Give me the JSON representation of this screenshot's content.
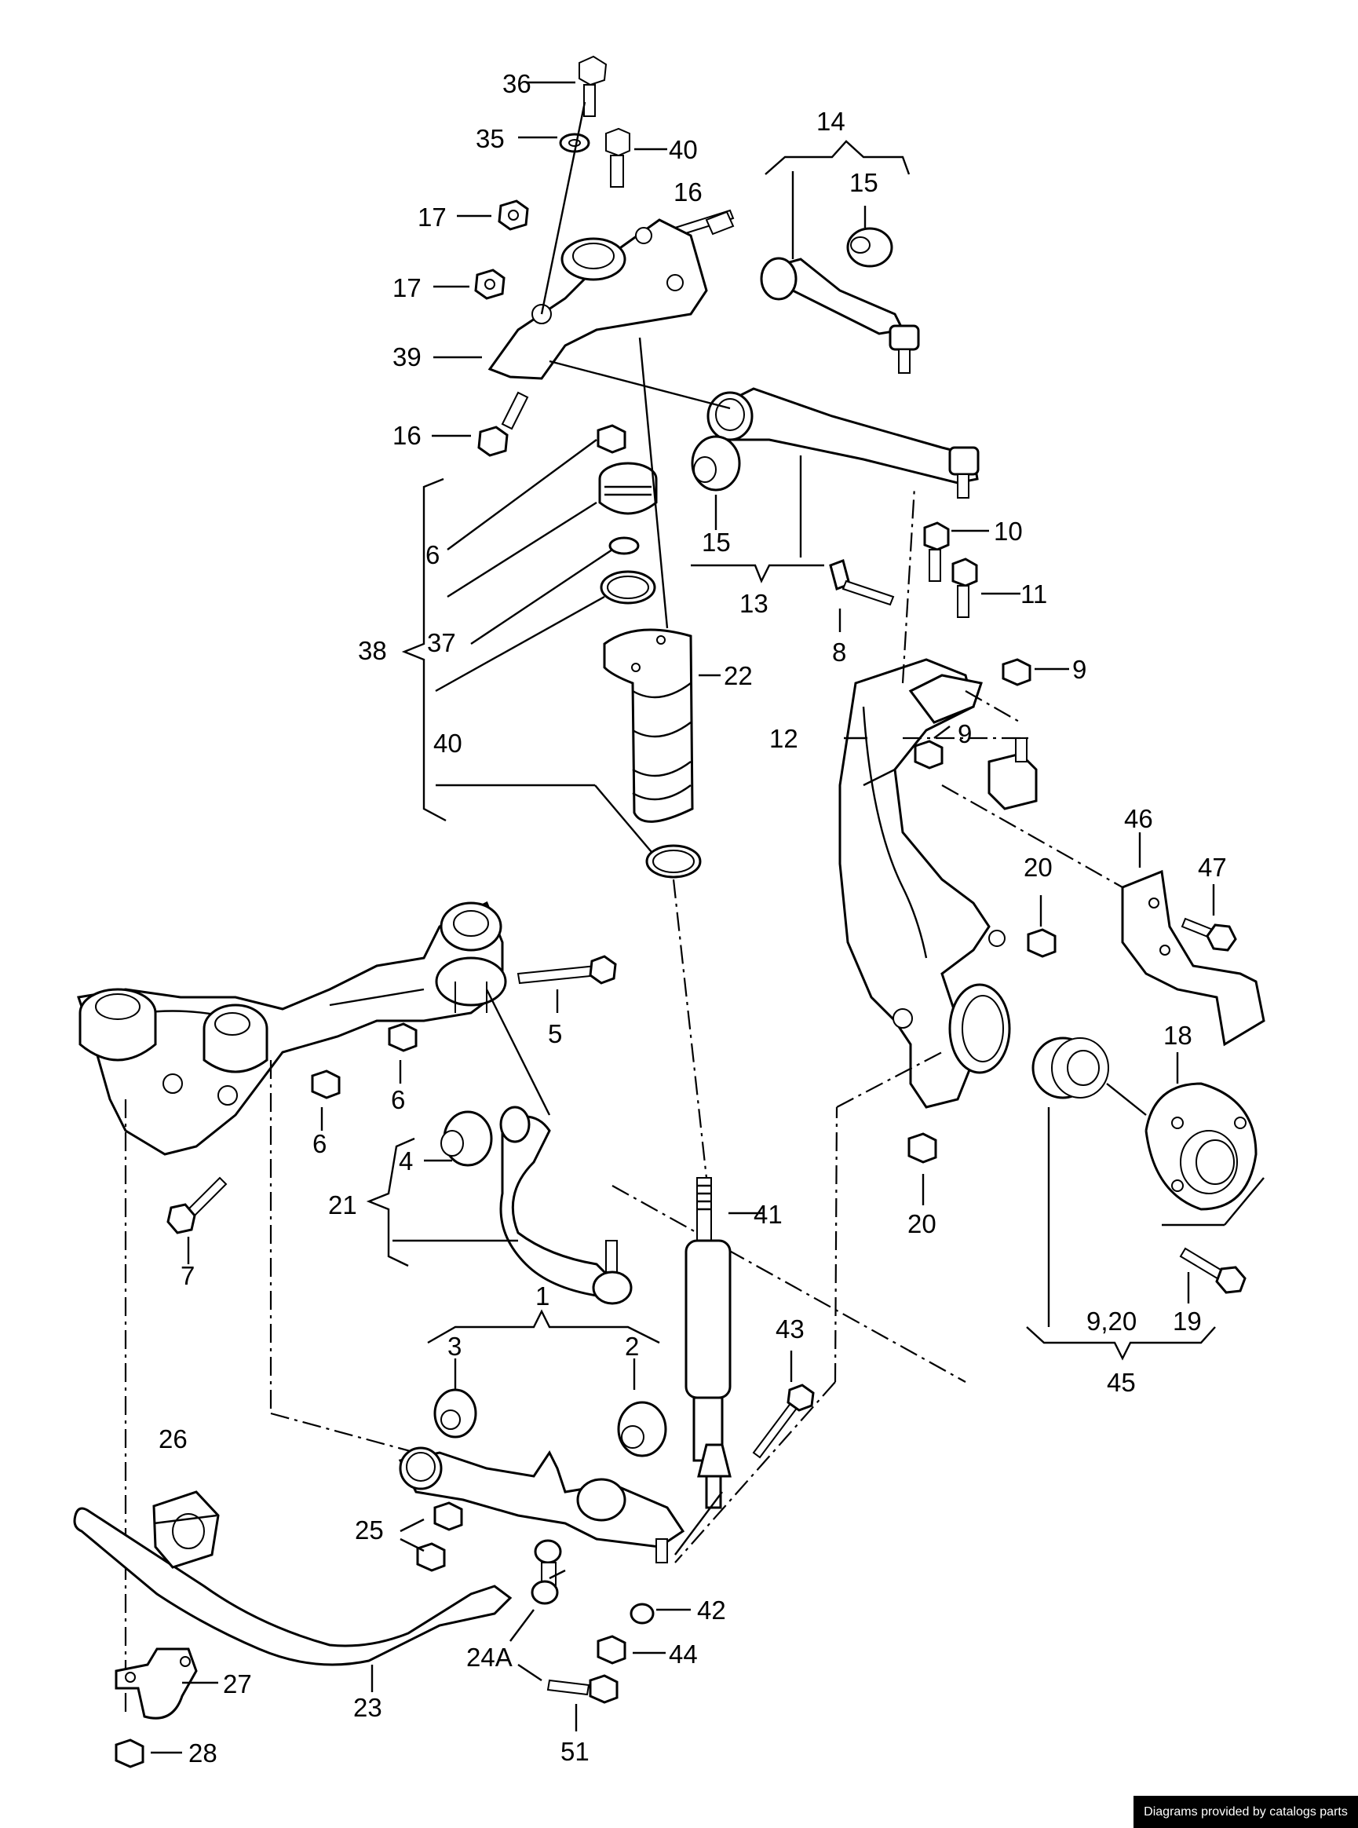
{
  "callouts": {
    "c36": "36",
    "c35": "35",
    "c40a": "40",
    "c16a": "16",
    "c17a": "17",
    "c17b": "17",
    "c14": "14",
    "c15a": "15",
    "c39": "39",
    "c16b": "16",
    "c6a": "6",
    "c15b": "15",
    "c13": "13",
    "c10": "10",
    "c11": "11",
    "c8": "8",
    "c9a": "9",
    "c37": "37",
    "c38": "38",
    "c22": "22",
    "c12": "12",
    "c9b": "9",
    "c40b": "40",
    "c46": "46",
    "c47": "47",
    "c20a": "20",
    "c18": "18",
    "c5": "5",
    "c6b": "6",
    "c6c": "6",
    "c4": "4",
    "c21": "21",
    "c41": "41",
    "c20b": "20",
    "c7": "7",
    "c1": "1",
    "c3": "3",
    "c2": "2",
    "c43": "43",
    "c45a": "9,20",
    "c19": "19",
    "c45": "45",
    "c26": "26",
    "c25": "25",
    "c42": "42",
    "c44": "44",
    "c24a": "24A",
    "c23": "23",
    "c27": "27",
    "c28": "28",
    "c51": "51"
  },
  "credit": "Diagrams provided by catalogs parts"
}
